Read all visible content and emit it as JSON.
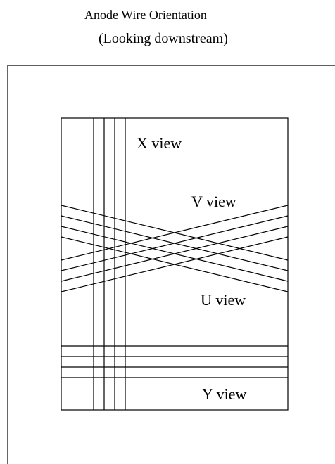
{
  "title_line1": "Anode Wire Orientation",
  "title_line2": "(Looking downstream)",
  "views": {
    "x": "X view",
    "v": "V view",
    "u": "U view",
    "y": "Y view"
  },
  "colors": {
    "line": "#000000",
    "background": "#ffffff"
  }
}
